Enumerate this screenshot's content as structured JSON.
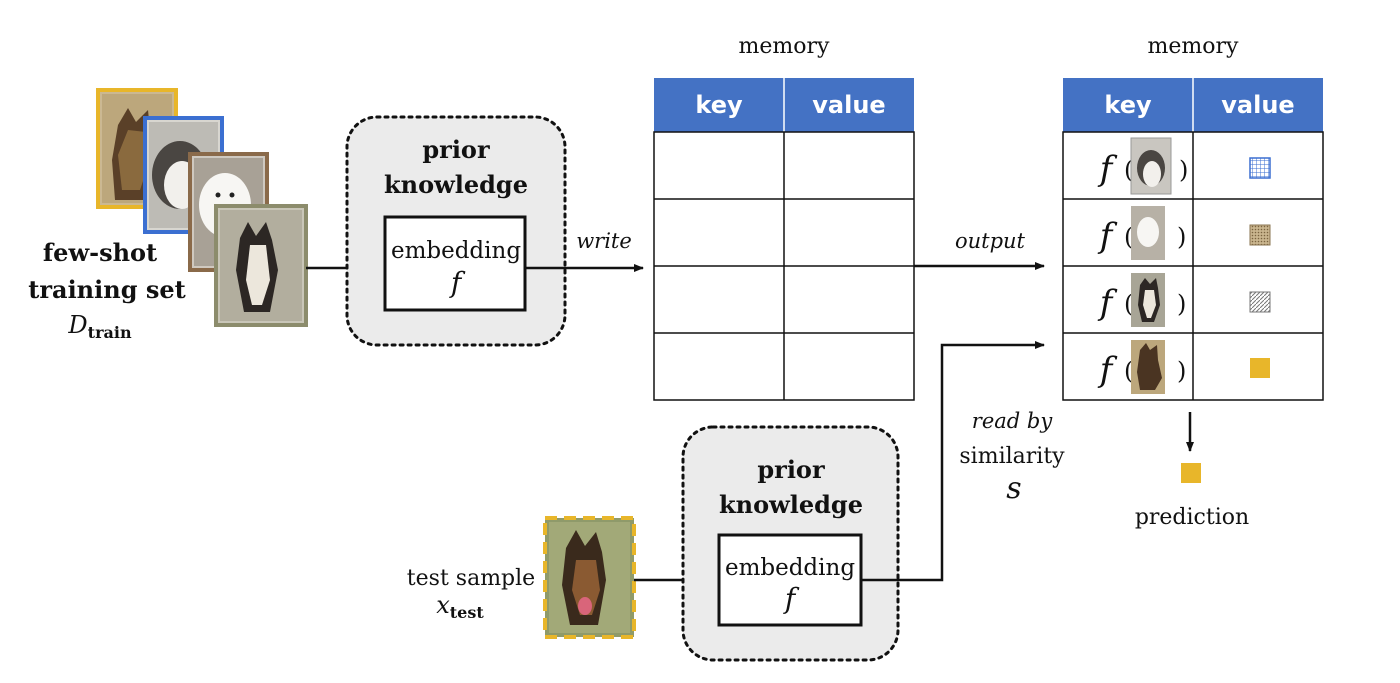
{
  "training_set": {
    "label_line1": "few-shot",
    "label_line2": "training set",
    "symbol_main": "D",
    "symbol_sub": "train",
    "photo_border_colors": [
      "#e8b62a",
      "#3b6fd1",
      "#8a6a4a",
      "#8c8c6c"
    ]
  },
  "prior_knowledge_top": {
    "title_line1": "prior",
    "title_line2": "knowledge",
    "box_label": "embedding",
    "box_symbol": "f"
  },
  "prior_knowledge_bottom": {
    "title_line1": "prior",
    "title_line2": "knowledge",
    "box_label": "embedding",
    "box_symbol": "f"
  },
  "arrows": {
    "write_label": "write",
    "output_label": "output",
    "read_label_line1": "read by",
    "read_label_line2": "similarity",
    "read_symbol": "s"
  },
  "memory_empty": {
    "title": "memory",
    "col_key": "key",
    "col_value": "value",
    "row_count": 4
  },
  "memory_filled": {
    "title": "memory",
    "col_key": "key",
    "col_value": "value",
    "rows": [
      {
        "key_symbol": "f",
        "value_swatch": "grid"
      },
      {
        "key_symbol": "f",
        "value_swatch": "dotted"
      },
      {
        "key_symbol": "f",
        "value_swatch": "hatched"
      },
      {
        "key_symbol": "f",
        "value_swatch": "solid"
      }
    ]
  },
  "prediction": {
    "label": "prediction"
  },
  "test_sample": {
    "label": "test sample",
    "symbol_main": "x",
    "symbol_sub": "test",
    "border_color": "#e8b62a"
  },
  "colors": {
    "table_header": "#4472c4",
    "prior_box_fill": "#ebebeb",
    "swatch_blue": "#3b6fd1",
    "swatch_tan": "#b59a6a",
    "swatch_gray": "#8c8c8c",
    "swatch_yellow": "#e8b62a"
  }
}
